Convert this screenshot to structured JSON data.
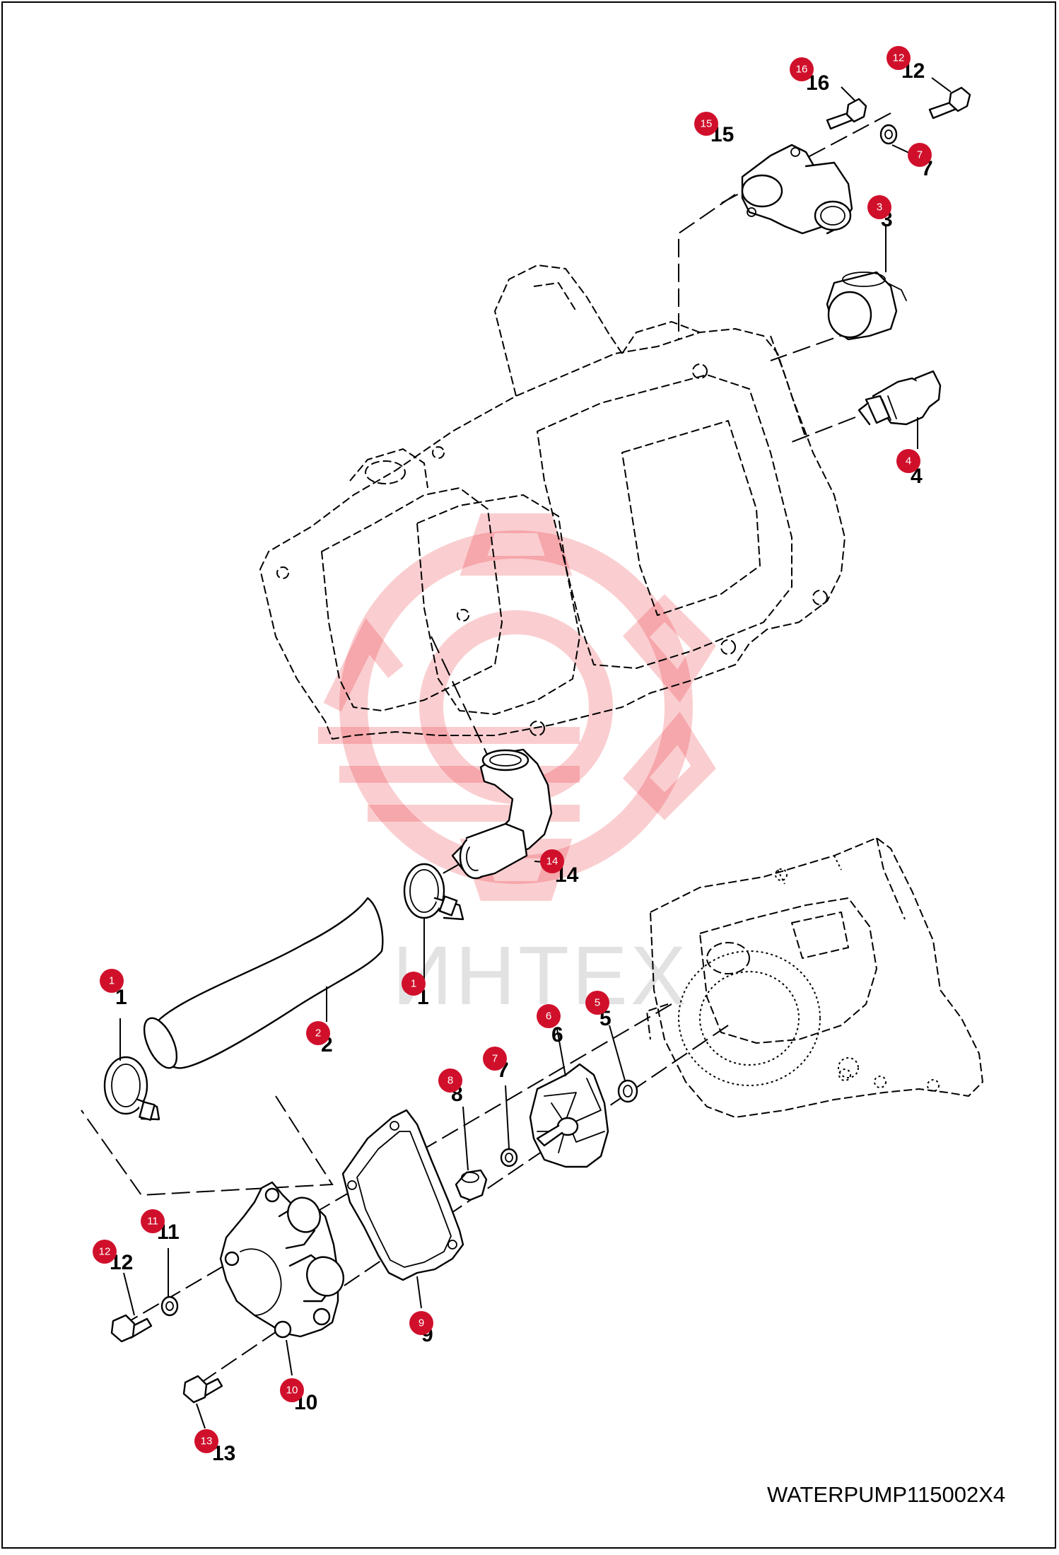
{
  "diagram": {
    "code": "WATERPUMP115002X4",
    "watermark": "ИНТЕХ",
    "badge_color": "#d0102b",
    "watermark_color": "#e8202a",
    "callouts": [
      {
        "id": "c16",
        "number": "16",
        "badge": "16"
      },
      {
        "id": "c12a",
        "number": "12",
        "badge": "12"
      },
      {
        "id": "c15",
        "number": "15",
        "badge": "15"
      },
      {
        "id": "c7a",
        "number": "7",
        "badge": "7"
      },
      {
        "id": "c3",
        "number": "3",
        "badge": "3"
      },
      {
        "id": "c4",
        "number": "4",
        "badge": "4"
      },
      {
        "id": "c14",
        "number": "14",
        "badge": "14"
      },
      {
        "id": "c1a",
        "number": "1",
        "badge": "1"
      },
      {
        "id": "c1b",
        "number": "1",
        "badge": "1"
      },
      {
        "id": "c2",
        "number": "2",
        "badge": "2"
      },
      {
        "id": "c6",
        "number": "6",
        "badge": "6"
      },
      {
        "id": "c5",
        "number": "5",
        "badge": "5"
      },
      {
        "id": "c8",
        "number": "8",
        "badge": "8"
      },
      {
        "id": "c7b",
        "number": "7",
        "badge": "7"
      },
      {
        "id": "c11",
        "number": "11",
        "badge": "11"
      },
      {
        "id": "c12b",
        "number": "12",
        "badge": "12"
      },
      {
        "id": "c9",
        "number": "9",
        "badge": "9"
      },
      {
        "id": "c10",
        "number": "10",
        "badge": "10"
      },
      {
        "id": "c13",
        "number": "13",
        "badge": "13"
      }
    ]
  }
}
